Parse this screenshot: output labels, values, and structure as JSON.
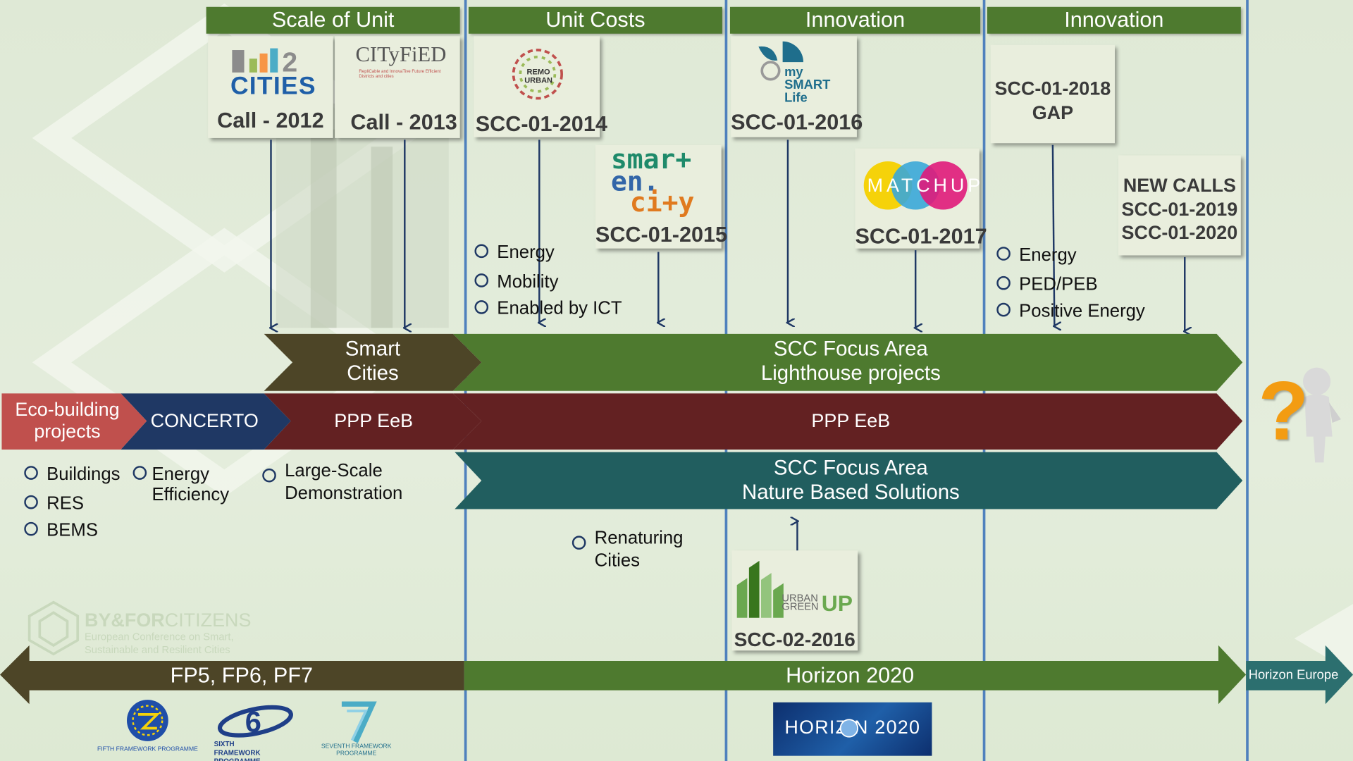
{
  "headers": {
    "scale_of_unit": "Scale of Unit",
    "unit_costs": "Unit Costs",
    "innovation_1": "Innovation",
    "innovation_2": "Innovation"
  },
  "cards": {
    "r2cities": {
      "logo": "CITIES",
      "code": "Call - 2012"
    },
    "cityfied": {
      "logo": "CITyFiED",
      "tagline": "RepliCable and InnovaTive Future Efficient Districts and cities",
      "code": "Call - 2013"
    },
    "remourban": {
      "logo": "REMO URBAN",
      "code": "SCC-01-2014"
    },
    "smartencity": {
      "logo_l1": "smar+",
      "logo_l2": "en.",
      "logo_l3": "ci+y",
      "code": "SCC-01-2015"
    },
    "mysmartlife": {
      "logo": "my SMART Life",
      "code": "SCC-01-2016"
    },
    "matchup": {
      "logo": "MATCHUP",
      "code": "SCC-01-2017"
    },
    "gap": {
      "code_l1": "SCC-01-2018",
      "code_l2": "GAP"
    },
    "newcalls": {
      "l1": "NEW CALLS",
      "l2": "SCC-01-2019",
      "l3": "SCC-01-2020"
    },
    "urbangreenup": {
      "logo_a": "URBAN",
      "logo_b": "GREEN",
      "logo_c": "UP",
      "code": "SCC-02-2016"
    }
  },
  "bullets": {
    "unit_costs": [
      "Energy",
      "Mobility",
      "Enabled by ICT"
    ],
    "innovation": [
      "Energy",
      "PED/PEB",
      "Positive Energy"
    ],
    "eco": [
      "Buildings",
      "RES",
      "BEMS"
    ],
    "concerto": "Energy Efficiency",
    "ppp": "Large-Scale Demonstration",
    "renaturing": "Renaturing Cities"
  },
  "bands": {
    "smart_cities": "Smart Cities",
    "scc_lighthouse_l1": "SCC Focus Area",
    "scc_lighthouse_l2": "Lighthouse projects",
    "eco_building": "Eco-building projects",
    "concerto": "CONCERTO",
    "ppp_eeb_1": "PPP EeB",
    "ppp_eeb_2": "PPP EeB",
    "scc_nbs_l1": "SCC Focus Area",
    "scc_nbs_l2": "Nature Based Solutions"
  },
  "timeline": {
    "fp": "FP5, FP6, PF7",
    "h2020": "Horizon 2020",
    "horizon_europe": "Horizon Europe"
  },
  "footer_logos": {
    "fp5": "FIFTH FRAMEWORK PROGRAMME",
    "fp6": "SIXTH FRAMEWORK PROGRAMME",
    "fp7": "SEVENTH FRAMEWORK PROGRAMME",
    "h2020_logo": "HORIZ N 2020"
  },
  "watermark": {
    "title_a": "BY&FOR",
    "title_b": "CITIZENS",
    "sub1": "European Conference on Smart,",
    "sub2": "Sustainable and Resilient Cities"
  },
  "question_mark": "?",
  "colors": {
    "header_green": "#4e7a2f",
    "smart_cities_brown": "#4d4527",
    "lighthouse_green": "#4e7a2f",
    "ppp_maroon": "#632122",
    "eco_red": "#c0504d",
    "concerto_navy": "#1f3864",
    "nbs_teal": "#215e5f",
    "fp_bar": "#4d4527",
    "horizon_europe_teal": "#2c6f6f",
    "divider_blue": "#4f81bd"
  }
}
